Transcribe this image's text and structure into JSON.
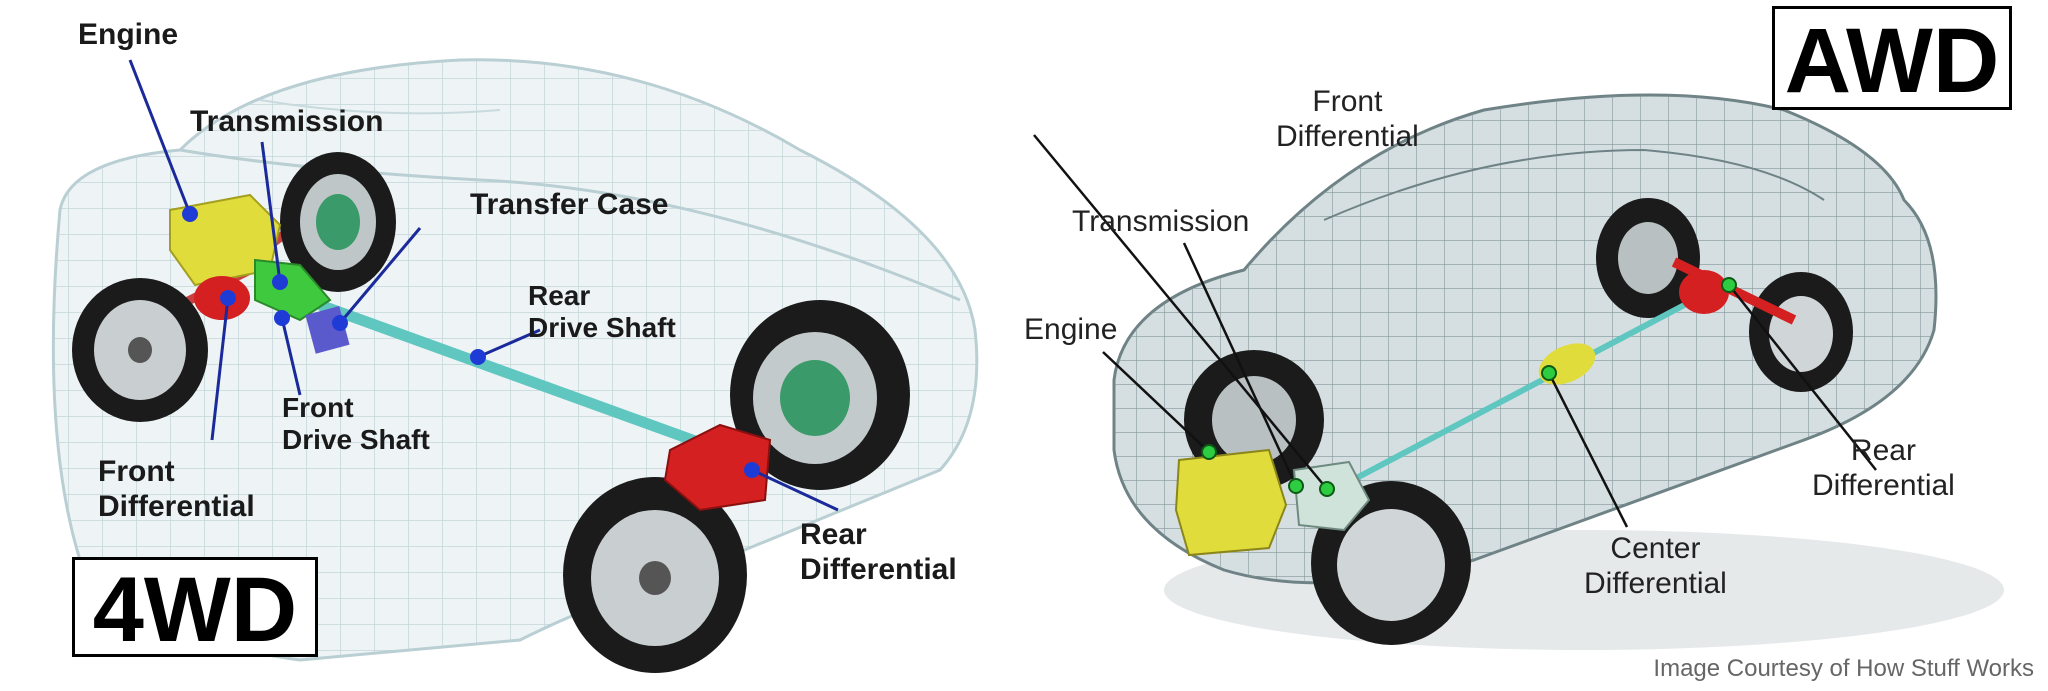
{
  "left": {
    "badge": "4WD",
    "labels": {
      "engine": "Engine",
      "transmission": "Transmission",
      "transfer_case": "Transfer Case",
      "rear_drive_shaft": [
        "Rear",
        "Drive Shaft"
      ],
      "front_drive_shaft": [
        "Front",
        "Drive Shaft"
      ],
      "front_differential": [
        "Front",
        "Differential"
      ],
      "rear_differential": [
        "Rear",
        "Differential"
      ]
    }
  },
  "right": {
    "badge": "AWD",
    "labels": {
      "front_differential": [
        "Front",
        "Differential"
      ],
      "transmission": "Transmission",
      "engine": "Engine",
      "rear_differential": [
        "Rear",
        "Differential"
      ],
      "center_differential": [
        "Center",
        "Differential"
      ]
    }
  },
  "credit": "Image Courtesy of How Stuff Works",
  "colors": {
    "engine": "#e0dc3c",
    "differential": "#d42020",
    "drive_shaft": "#5fc7c0",
    "transfer_case": "#5a5acc",
    "marker_left": "#1f3bd6",
    "marker_right": "#2ecc40",
    "car_body": "#d8e2e4"
  }
}
